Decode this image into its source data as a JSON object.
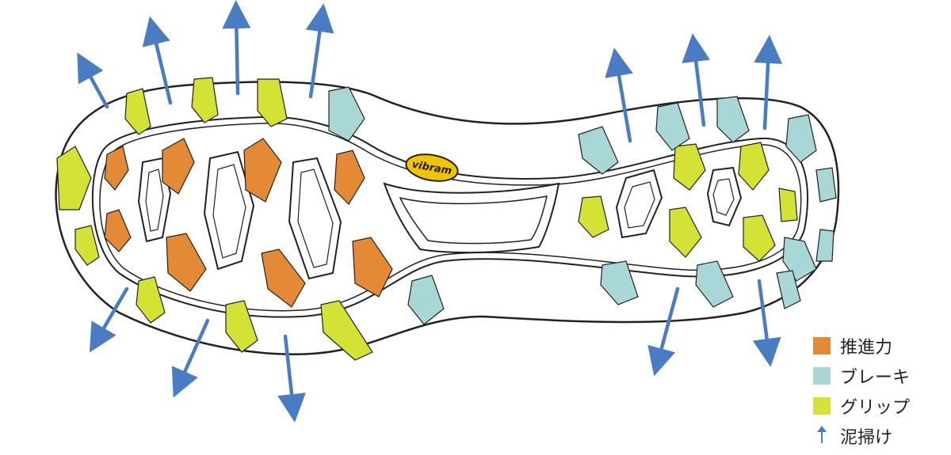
{
  "brand": {
    "logo_text": "vibram"
  },
  "colors": {
    "propulsion": "#E48936",
    "brake": "#A9D6D7",
    "grip": "#D4E236",
    "arrow": "#4A7CC3",
    "outline": "#222222",
    "logo_fill": "#F2C400"
  },
  "legend": {
    "propulsion": "推進力",
    "brake": "ブレーキ",
    "grip": "グリップ",
    "mud": "泥掃け",
    "mud_icon": "up-arrow-icon"
  }
}
